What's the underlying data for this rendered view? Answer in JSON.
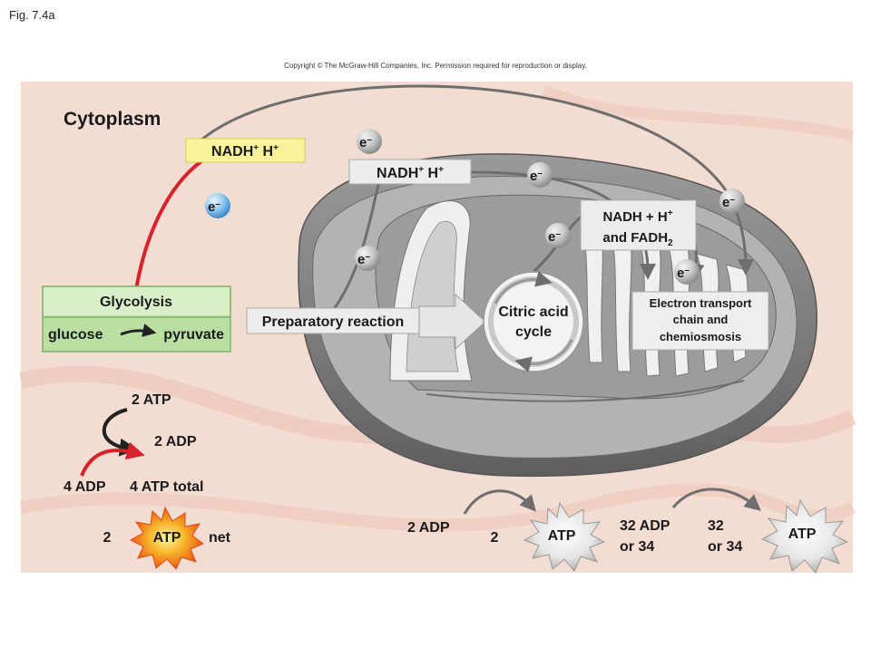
{
  "figure": {
    "label": "Fig. 7.4a",
    "copyright": "Copyright © The McGraw-Hill Companies, Inc. Permission required for reproduction or display."
  },
  "cytoplasm_label": "Cytoplasm",
  "electron_label": "e",
  "electron_superscript": "–",
  "carriers": {
    "glycolysis_nadh": {
      "text": "NADH",
      "sup": "+",
      "tail": " H",
      "tail_sup": "+"
    },
    "prep_nadh": {
      "text": "NADH",
      "sup": "+",
      "tail": " H",
      "tail_sup": "+"
    },
    "citric_line1": {
      "text": "NADH + H",
      "sup": "+"
    },
    "citric_line2": {
      "text": "and FADH",
      "sub": "2"
    }
  },
  "glycolysis": {
    "title": "Glycolysis",
    "substrate": "glucose",
    "product": "pyruvate"
  },
  "preparatory_reaction": "Preparatory reaction",
  "citric_acid_cycle": {
    "line1": "Citric acid",
    "line2": "cycle"
  },
  "electron_transport": {
    "line1": "Electron transport",
    "line2": "chain and",
    "line3": "chemiosmosis"
  },
  "glycolysis_atp": {
    "invest_atp": "2 ATP",
    "invest_adp": "2 ADP",
    "yield_adp": "4 ADP",
    "yield_atp": "4 ATP total",
    "net_count": "2",
    "net_atp": "ATP",
    "net_label": "net"
  },
  "citric_atp": {
    "adp": "2 ADP",
    "count": "2",
    "atp": "ATP"
  },
  "etc_atp": {
    "adp_line1": "32 ADP",
    "adp_line2": "or 34",
    "count_line1": "32",
    "count_line2": "or 34",
    "atp": "ATP"
  },
  "colors": {
    "cytoplasm_bg": "#f3dcd2",
    "nadh_yellow": "#fbf39a",
    "glycolysis_green": "#b9dfa3",
    "mito_gray": "#8a8a8a",
    "atp_orange": "#f7a21b",
    "arrow_red": "#d8222a"
  }
}
